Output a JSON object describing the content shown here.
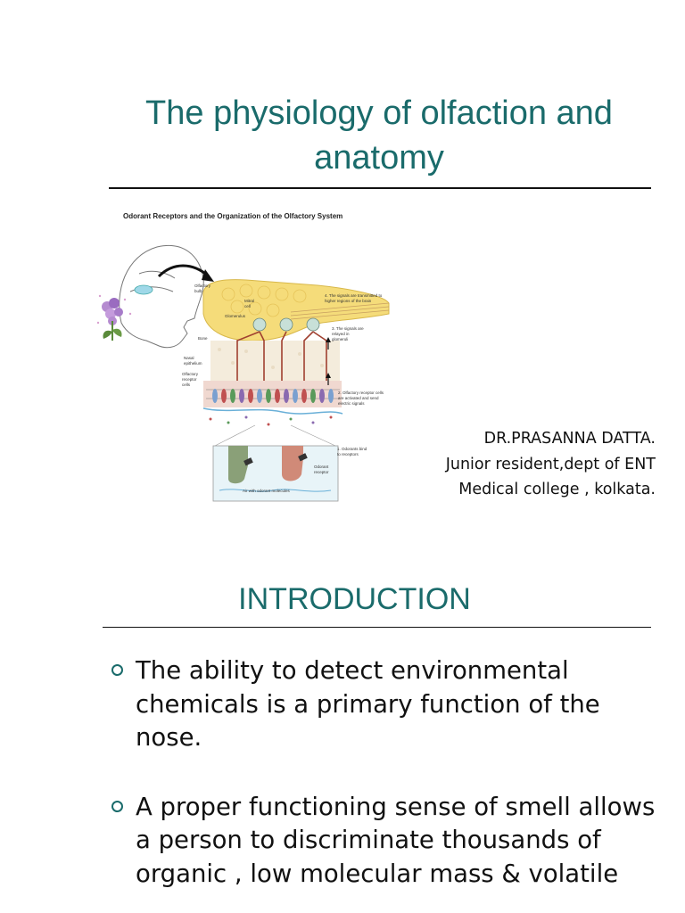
{
  "slide1": {
    "title": "The physiology of olfaction and anatomy",
    "figure": {
      "caption": "Odorant Receptors and the Organization of the Olfactory System",
      "labels": {
        "olfactory_bulb": "Olfactory bulb",
        "mitral_cell": "Mitral cell",
        "glomerulus": "Glomerulus",
        "bone": "Bone",
        "nasal_epithelium": "Nasal epithelium",
        "olfactory_receptor_cells": "Olfactory receptor cells",
        "step4": "4. The signals are transmitted to higher regions of the brain",
        "step3": "3. The signals are relayed in glomeruli",
        "step2": "2. Olfactory receptor cells are activated and send electric signals",
        "step1": "1. Odorants bind to receptors",
        "odorant_receptor": "Odorant receptor",
        "air_with_odorant": "Air with odorant molecules"
      }
    },
    "author": {
      "name": "DR.PRASANNA DATTA.",
      "position": "Junior resident,dept of ENT",
      "institution": "Medical college , kolkata."
    }
  },
  "slide2": {
    "heading": "INTRODUCTION",
    "bullets": [
      "The ability to detect environmental chemicals is a primary function of the nose.",
      "A proper functioning sense of smell allows a person to discriminate thousands of organic , low molecular mass & volatile"
    ]
  },
  "colors": {
    "title_teal": "#1a6b6b",
    "text": "#111111",
    "bulb_yellow": "#f5dc7a"
  }
}
